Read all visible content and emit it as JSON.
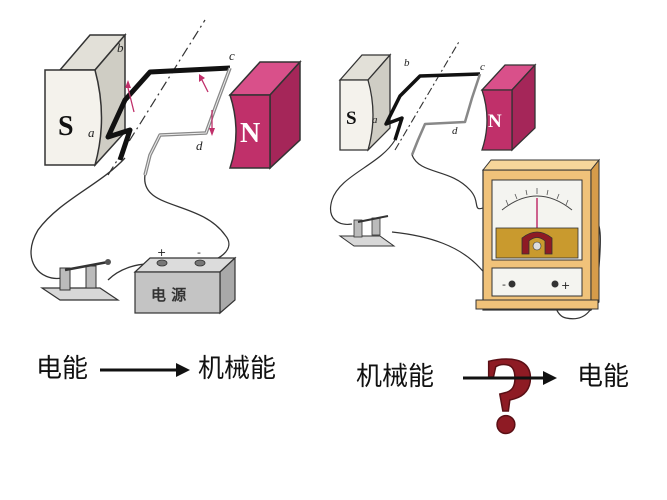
{
  "left_diagram": {
    "magnet_s": "S",
    "magnet_n": "N",
    "coil_labels": [
      "a",
      "b",
      "c",
      "d"
    ],
    "power_supply": "电 源",
    "battery_plus": "+",
    "battery_minus": "-"
  },
  "right_diagram": {
    "magnet_s": "S",
    "magnet_n": "N",
    "coil_labels": [
      "a",
      "b",
      "c",
      "d"
    ],
    "meter_minus": "-",
    "meter_plus": "+"
  },
  "left_caption": {
    "from": "电能",
    "to": "机械能"
  },
  "right_caption": {
    "from": "机械能",
    "to": "电能",
    "unknown_mark": "?"
  },
  "colors": {
    "north_pole": "#c0306a",
    "south_pole": "#f4f2ec",
    "question_mark": "#8e1b24",
    "meter_case": "#f0c27a"
  }
}
